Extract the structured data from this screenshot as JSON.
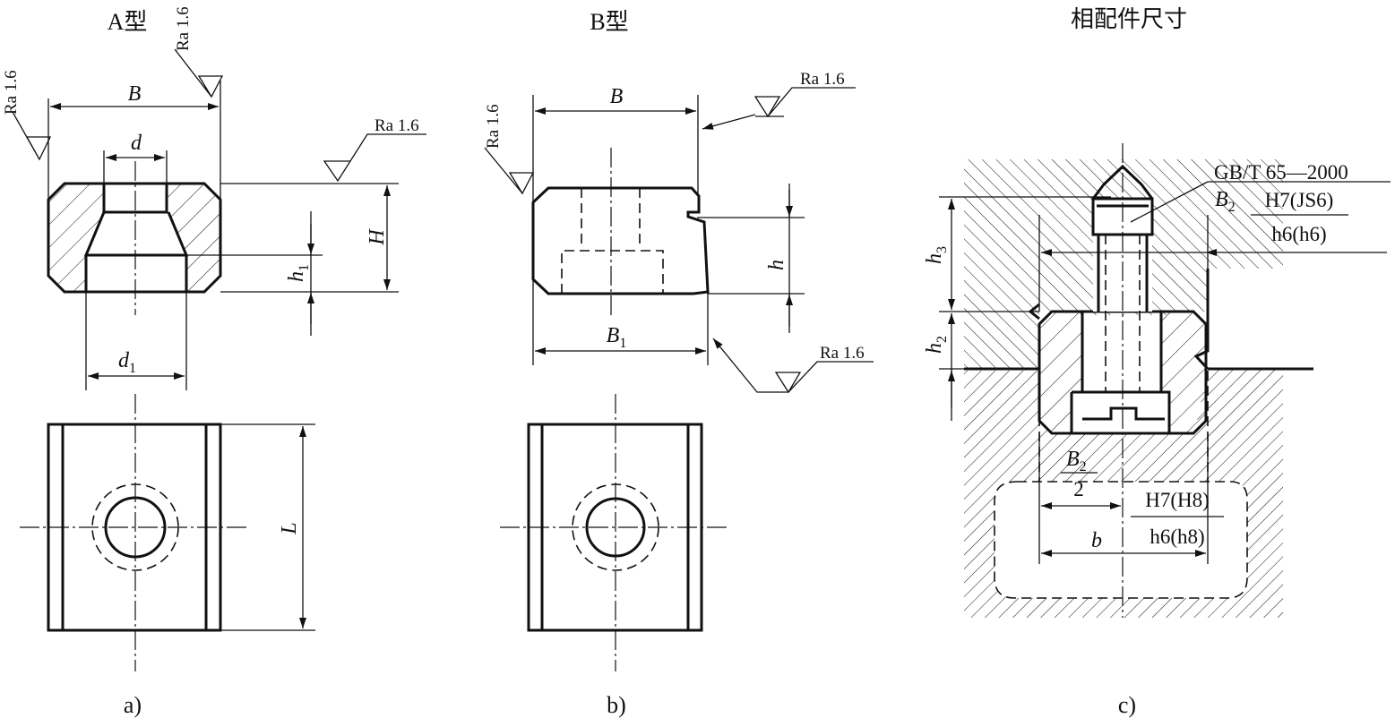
{
  "figure": {
    "a": {
      "title": "A型",
      "label": "a)"
    },
    "b": {
      "title": "B型",
      "label": "b)"
    },
    "c": {
      "title": "相配件尺寸",
      "label": "c)"
    }
  },
  "roughness": {
    "text": "Ra 1.6"
  },
  "dims": {
    "B": "B",
    "d": "d",
    "d1": "d",
    "d1_sub": "1",
    "H": "H",
    "h1": "h",
    "h1_sub": "1",
    "L": "L",
    "h": "h",
    "B1": "B",
    "B1_sub": "1",
    "h2": "h",
    "h2_sub": "2",
    "h3": "h",
    "h3_sub": "3",
    "B2": "B",
    "B2_sub": "2",
    "half": "2",
    "b": "b"
  },
  "standard": "GB/T 65—2000",
  "fits": {
    "top_num": "H7(JS6)",
    "top_den": "h6(h6)",
    "bot_num": "H7(H8)",
    "bot_den": "h6(h8)"
  }
}
